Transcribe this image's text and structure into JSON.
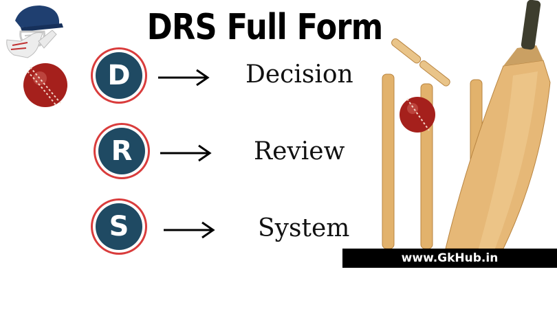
{
  "title": "DRS Full Form",
  "colors": {
    "badge_fill": "#1f4a63",
    "badge_ring": "#d93c3c",
    "ball_red": "#a5201c",
    "wood": "#e2b26c",
    "footer_bg": "#000000"
  },
  "rows": [
    {
      "letter": "D",
      "word": "Decision"
    },
    {
      "letter": "R",
      "word": "Review"
    },
    {
      "letter": "S",
      "word": "System"
    }
  ],
  "footer": {
    "text": "www.GkHub.in"
  },
  "illustrations": {
    "left": "cricket-batsman-helmet-and-ball",
    "right": "cricket-bat-ball-and-stumps"
  }
}
